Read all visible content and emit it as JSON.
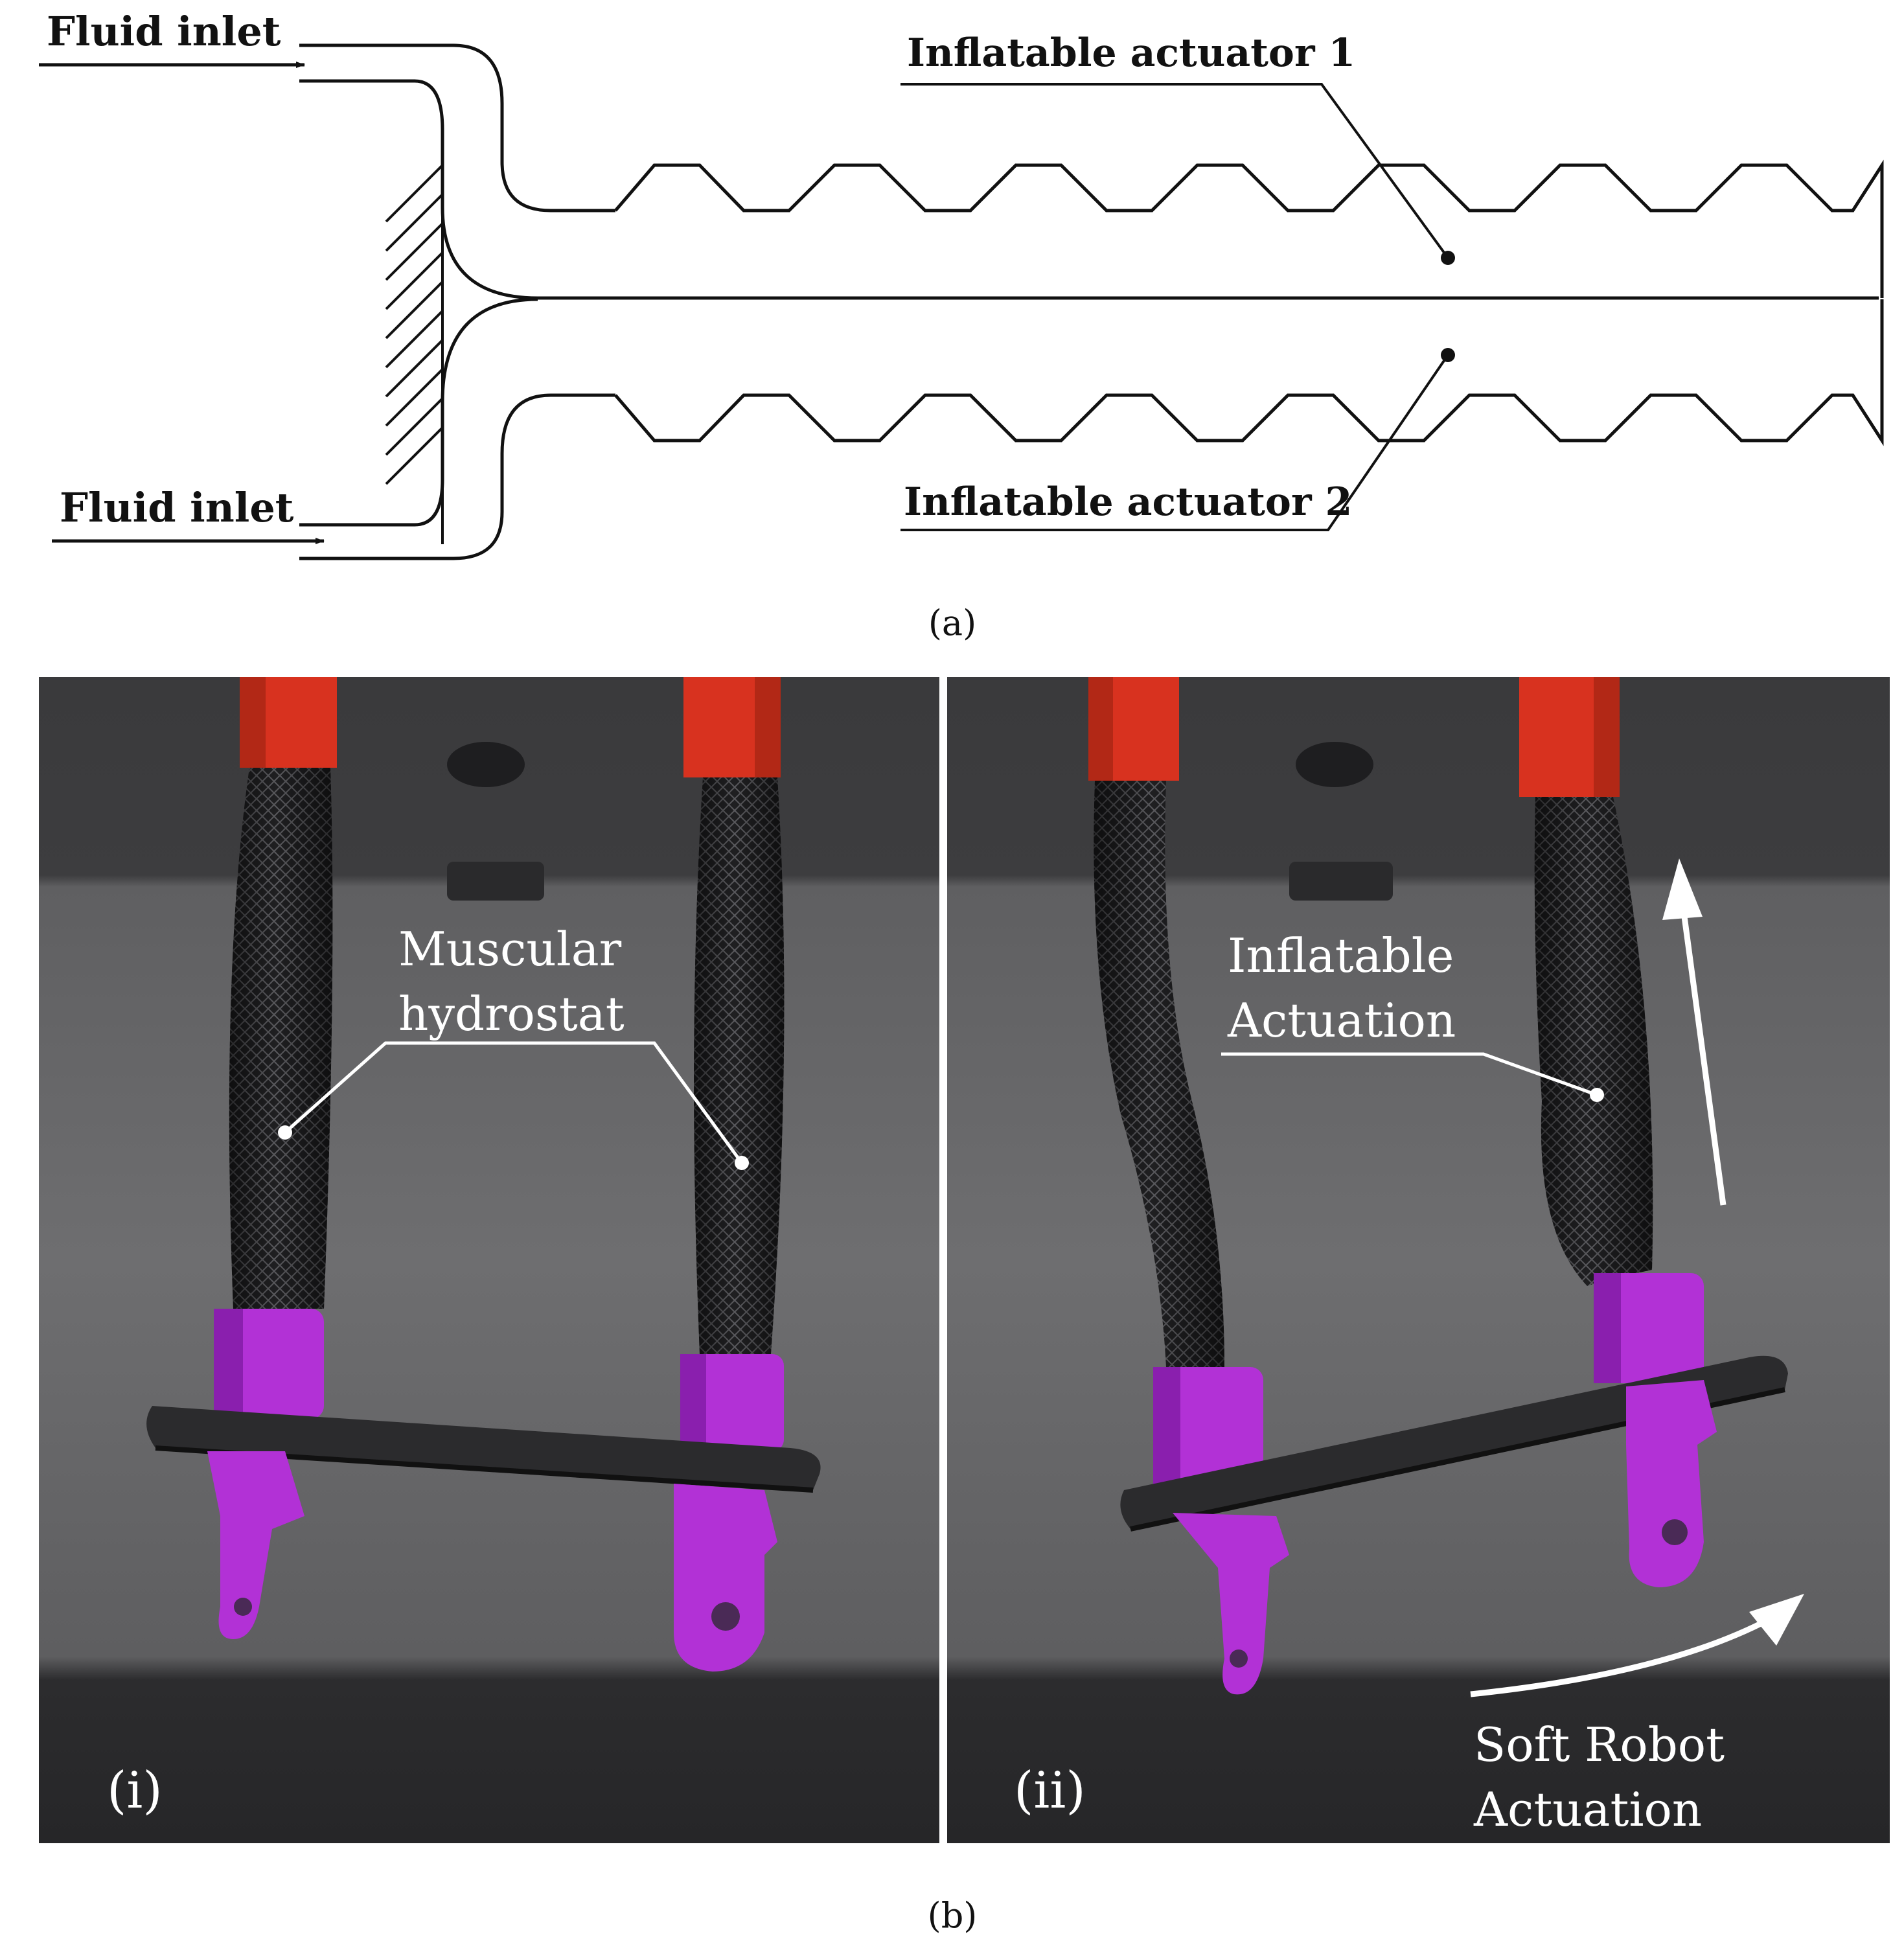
{
  "diagram_a": {
    "fluid_inlet_top": "Fluid inlet",
    "fluid_inlet_bottom": "Fluid inlet",
    "actuator_1": "Inflatable actuator 1",
    "actuator_2": "Inflatable actuator 2",
    "caption": "(a)"
  },
  "photos_b": {
    "panel_i": {
      "tag": "(i)",
      "label_line1": "Muscular",
      "label_line2": "hydrostat"
    },
    "panel_ii": {
      "tag": "(ii)",
      "inflatable_line1": "Inflatable",
      "inflatable_line2": "Actuation",
      "soft_robot_line1": "Soft Robot",
      "soft_robot_line2": "Actuation"
    },
    "caption": "(b)"
  },
  "colors": {
    "tube_red": "#d8321f",
    "braid_dark": "#1e1e20",
    "fitting_purple": "#b231d6",
    "plate_dark": "#2b2b2d",
    "backdrop": "#5a5a5c"
  }
}
